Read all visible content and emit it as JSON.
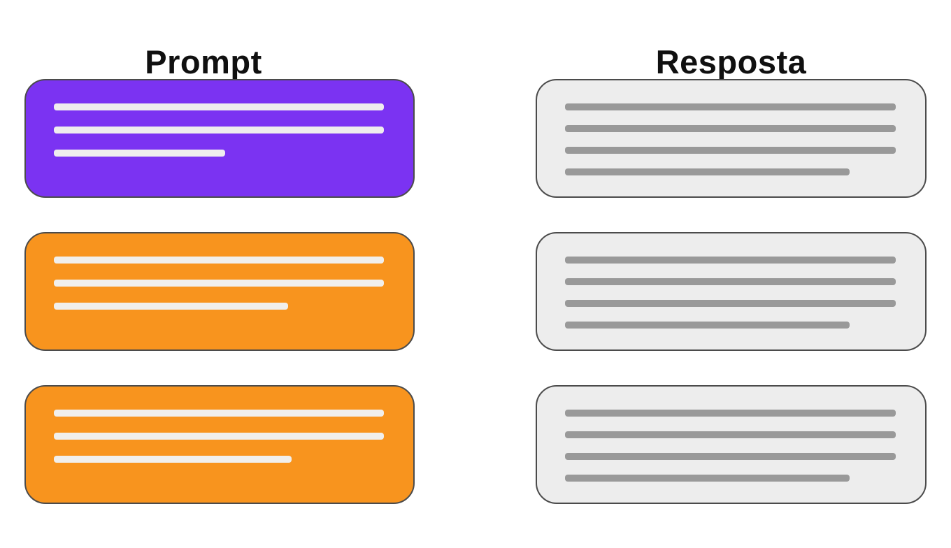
{
  "diagram": {
    "background": "#FFFFFF",
    "card_border_color": "#4B4B4B",
    "columns": [
      {
        "id": "prompt",
        "title": "Prompt",
        "card_role": "prompt-card",
        "cards": [
          {
            "color": "#7B33F2",
            "line_color": "#EFEDEE",
            "line_widths_pct": [
              100,
              100,
              52
            ]
          },
          {
            "color": "#F8941E",
            "line_color": "#F1EFEC",
            "line_widths_pct": [
              100,
              100,
              71
            ]
          },
          {
            "color": "#F8941E",
            "line_color": "#F1EFEC",
            "line_widths_pct": [
              100,
              100,
              72
            ]
          }
        ]
      },
      {
        "id": "resposta",
        "title": "Resposta",
        "card_role": "response-card",
        "cards": [
          {
            "color": "#EDEDED",
            "line_color": "#999999",
            "line_widths_pct": [
              100,
              100,
              100,
              86
            ]
          },
          {
            "color": "#EDEDED",
            "line_color": "#999999",
            "line_widths_pct": [
              100,
              100,
              100,
              86
            ]
          },
          {
            "color": "#EDEDED",
            "line_color": "#999999",
            "line_widths_pct": [
              100,
              100,
              100,
              86
            ]
          }
        ]
      }
    ]
  }
}
